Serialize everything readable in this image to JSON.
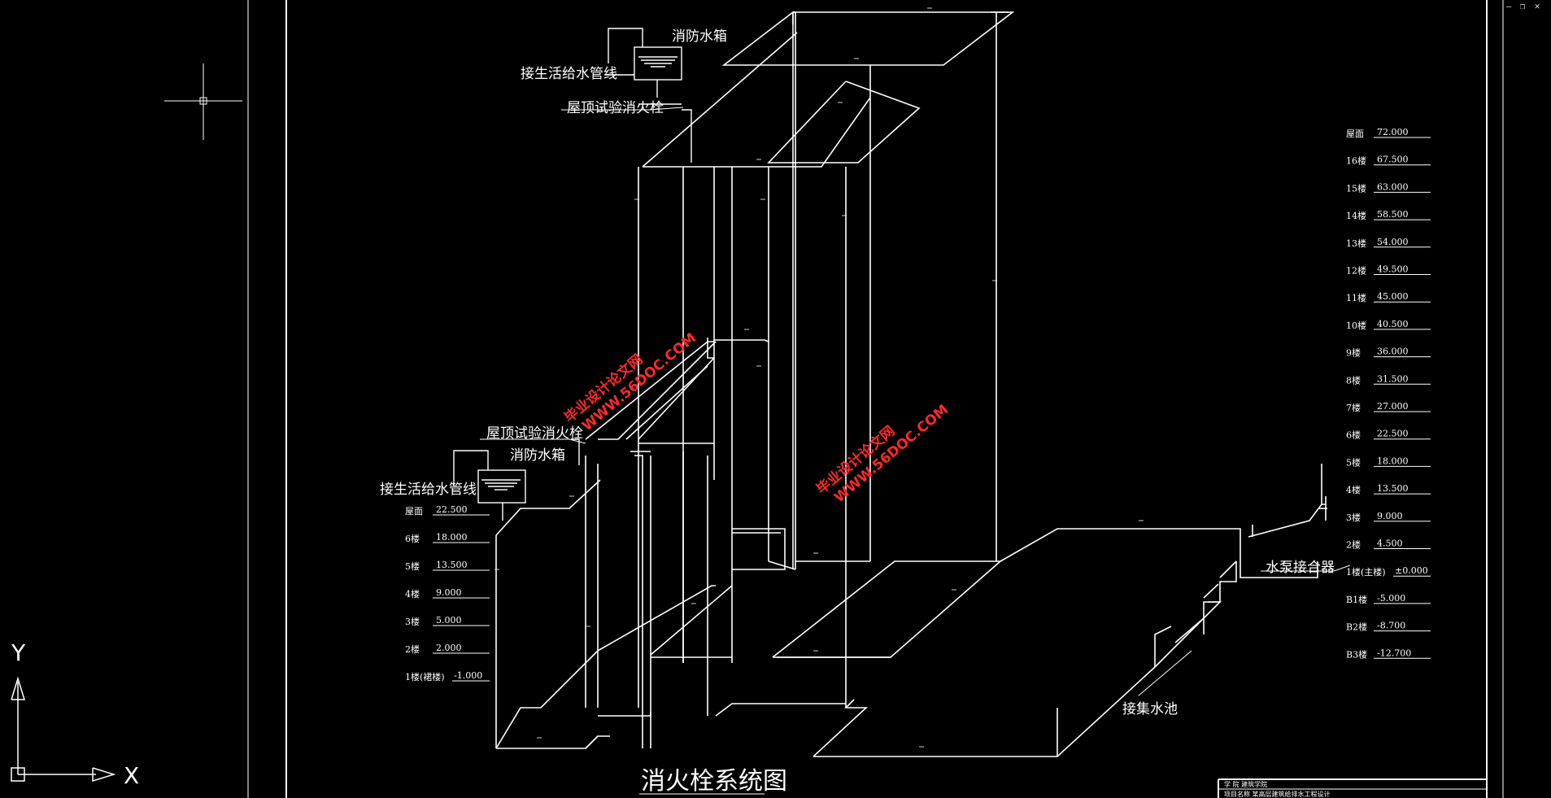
{
  "window_controls": {
    "minimize": "–",
    "restore": "❐",
    "close": "✕"
  },
  "title": "消火栓系统图",
  "axis": {
    "x": "X",
    "y": "Y"
  },
  "labels": {
    "upper_tank": "消防水箱",
    "upper_supply": "接生活给水管线",
    "upper_hydrant": "屋顶试验消火栓",
    "lower_hydrant": "屋顶试验消火栓",
    "lower_tank": "消防水箱",
    "lower_supply": "接生活给水管线",
    "pump_adapter": "水泵接合器",
    "pool": "接集水池"
  },
  "right_levels": [
    {
      "floor": "屋面",
      "value": "72.000"
    },
    {
      "floor": "16楼",
      "value": "67.500"
    },
    {
      "floor": "15楼",
      "value": "63.000"
    },
    {
      "floor": "14楼",
      "value": "58.500"
    },
    {
      "floor": "13楼",
      "value": "54.000"
    },
    {
      "floor": "12楼",
      "value": "49.500"
    },
    {
      "floor": "11楼",
      "value": "45.000"
    },
    {
      "floor": "10楼",
      "value": "40.500"
    },
    {
      "floor": "9楼",
      "value": "36.000"
    },
    {
      "floor": "8楼",
      "value": "31.500"
    },
    {
      "floor": "7楼",
      "value": "27.000"
    },
    {
      "floor": "6楼",
      "value": "22.500"
    },
    {
      "floor": "5楼",
      "value": "18.000"
    },
    {
      "floor": "4楼",
      "value": "13.500"
    },
    {
      "floor": "3楼",
      "value": "9.000"
    },
    {
      "floor": "2楼",
      "value": "4.500"
    },
    {
      "floor": "1楼(主楼)",
      "value": "±0.000"
    },
    {
      "floor": "B1楼",
      "value": "-5.000"
    },
    {
      "floor": "B2楼",
      "value": "-8.700"
    },
    {
      "floor": "B3楼",
      "value": "-12.700"
    }
  ],
  "left_levels": [
    {
      "floor": "屋面",
      "value": "22.500"
    },
    {
      "floor": "6楼",
      "value": "18.000"
    },
    {
      "floor": "5楼",
      "value": "13.500"
    },
    {
      "floor": "4楼",
      "value": "9.000"
    },
    {
      "floor": "3楼",
      "value": "5.000"
    },
    {
      "floor": "2楼",
      "value": "2.000"
    },
    {
      "floor": "1楼(裙楼)",
      "value": "-1.000"
    }
  ],
  "watermarks": [
    {
      "line1": "毕业设计论文网",
      "line2": "WWW.56DOC.COM"
    },
    {
      "line1": "毕业设计论文网",
      "line2": "WWW.56DOC.COM"
    }
  ],
  "title_block": {
    "row1": "学 院 建筑学院",
    "row2": "项目名称 某高层建筑给排水工程设计"
  },
  "colors": {
    "background": "#000000",
    "lines": "#ffffff",
    "watermark": "#ff2a2a"
  }
}
